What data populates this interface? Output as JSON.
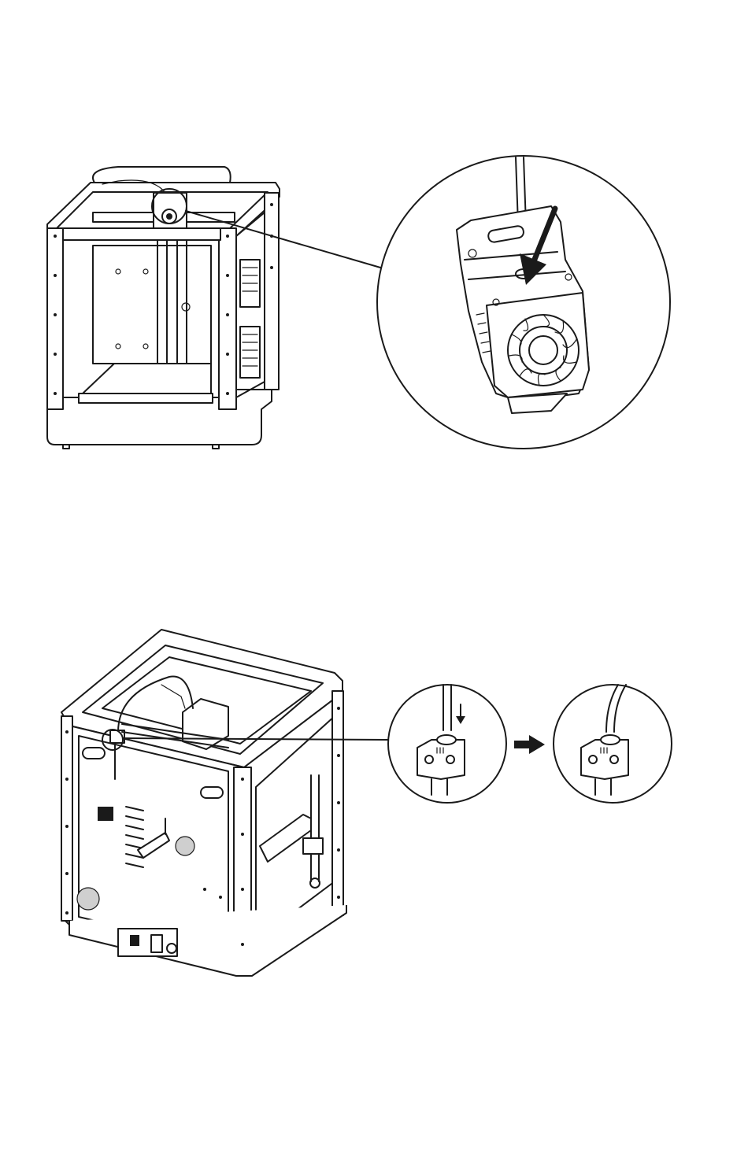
{
  "figure": {
    "step_1": {
      "printer_view": "front-view-printer",
      "detail_view": "toolhead-insert-detail",
      "arrow_icon": "insert-arrow-icon"
    },
    "step_2": {
      "printer_view": "rear-view-printer",
      "detail_before": "connector-before-insert",
      "detail_after": "connector-after-insert",
      "transition_icon": "right-arrow-icon"
    }
  },
  "colors": {
    "line": "#1a1a1a",
    "background": "#ffffff",
    "accent_fill": "#1a1a1a"
  }
}
